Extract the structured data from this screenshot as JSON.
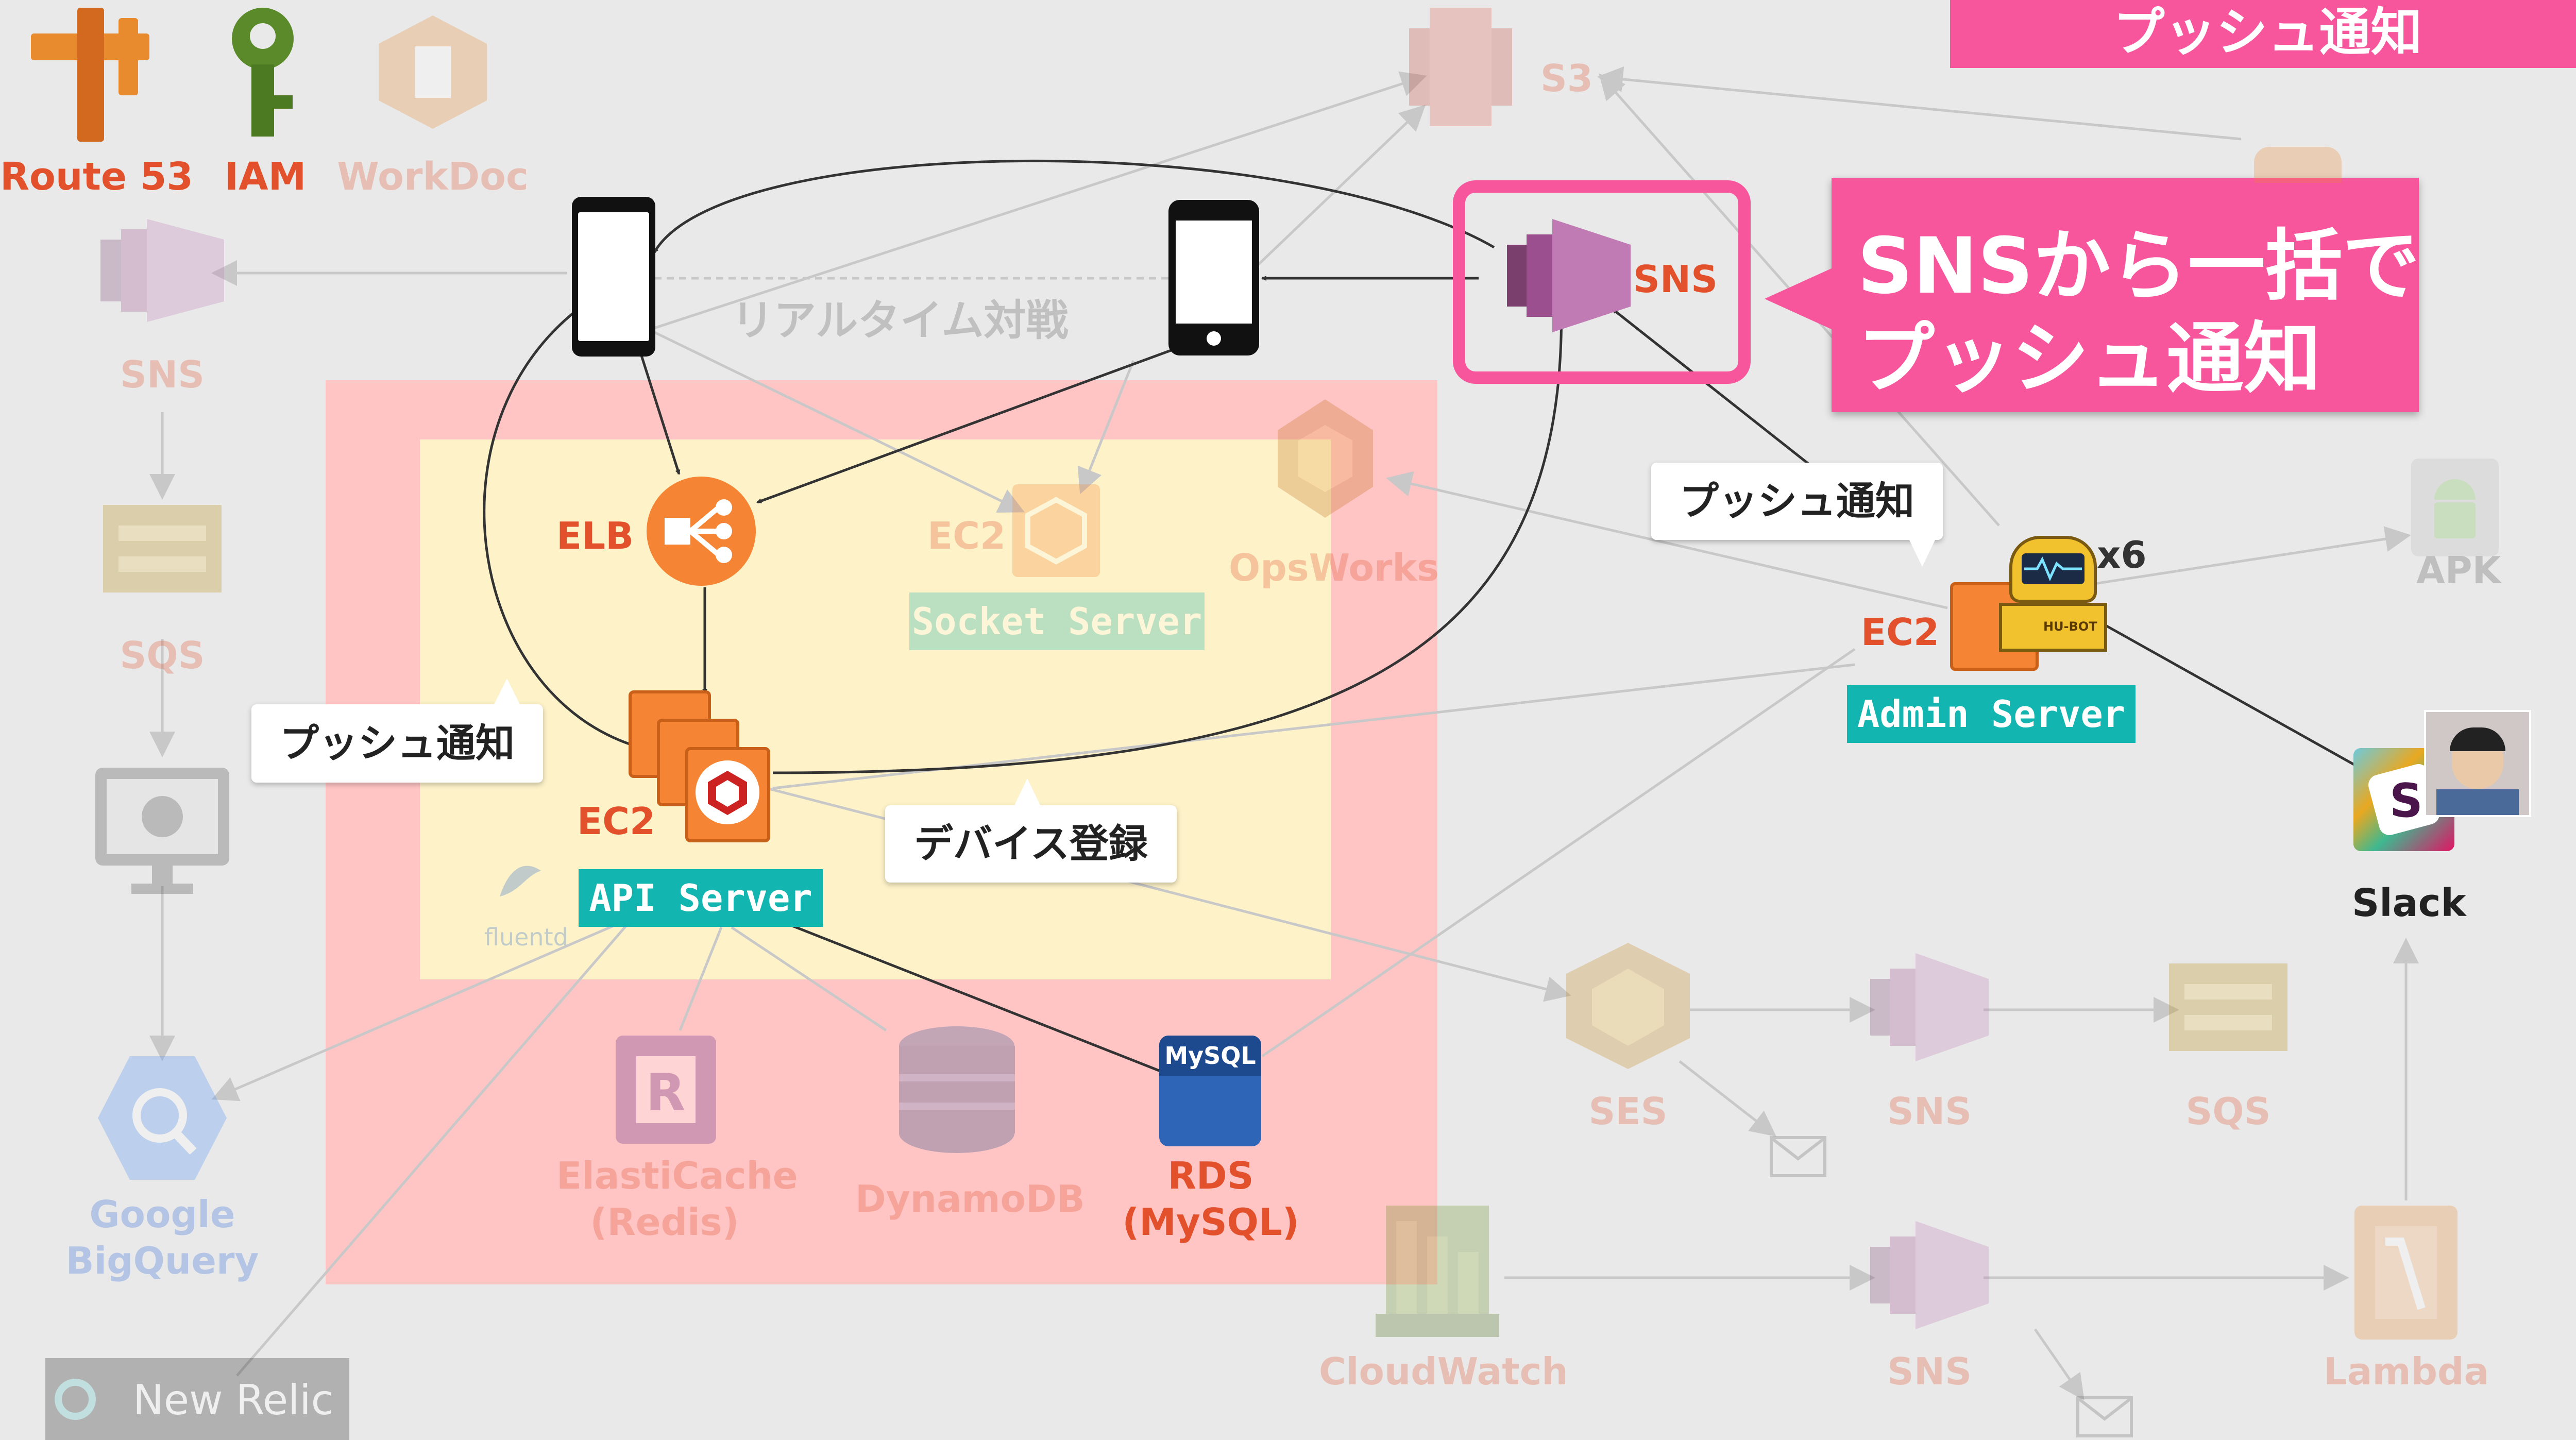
{
  "title_banner": "プッシュ通知",
  "top_icons": {
    "route53": "Route 53",
    "iam": "IAM",
    "workdoc": "WorkDoc"
  },
  "left_column": {
    "sns": "SNS",
    "sqs": "SQS",
    "google_bigquery_l1": "Google",
    "google_bigquery_l2": "BigQuery",
    "new_relic": "New Relic"
  },
  "s3": "S3",
  "realtime": "リアルタイム対戦",
  "sns_main": "SNS",
  "big_callout": {
    "line1": "SNSから一括で",
    "line2": "プッシュ通知"
  },
  "elb": "ELB",
  "ec2_socket": "EC2",
  "socket_server": "Socket Server",
  "opsworks": "OpsWorks",
  "ec2_api": "EC2",
  "api_server": "API Server",
  "fluentd": "fluentd",
  "callout_push_left": "プッシュ通知",
  "callout_device": "デバイス登録",
  "callout_push_right": "プッシュ通知",
  "admin": {
    "ec2": "EC2",
    "x6": "x6",
    "hubot": "HU-BOT",
    "server": "Admin Server"
  },
  "apk": "APK",
  "slack": "Slack",
  "datastores": {
    "elasticache_l1": "ElastiCache",
    "elasticache_l2": "(Redis)",
    "dynamodb": "DynamoDB",
    "mysql_icon": "MySQL",
    "rds_l1": "RDS",
    "rds_l2": "(MySQL)"
  },
  "lower_right": {
    "ses": "SES",
    "sns1": "SNS",
    "sqs": "SQS",
    "cloudwatch": "CloudWatch",
    "sns2": "SNS",
    "lambda": "Lambda"
  },
  "colors": {
    "accent_pink": "#f7559c",
    "aws_orange": "#f58534",
    "aws_red_label": "#e2512c",
    "teal_label": "#12b5b0",
    "pink_zone": "#ffc4c4",
    "yellow_zone": "#fdf2c8"
  }
}
